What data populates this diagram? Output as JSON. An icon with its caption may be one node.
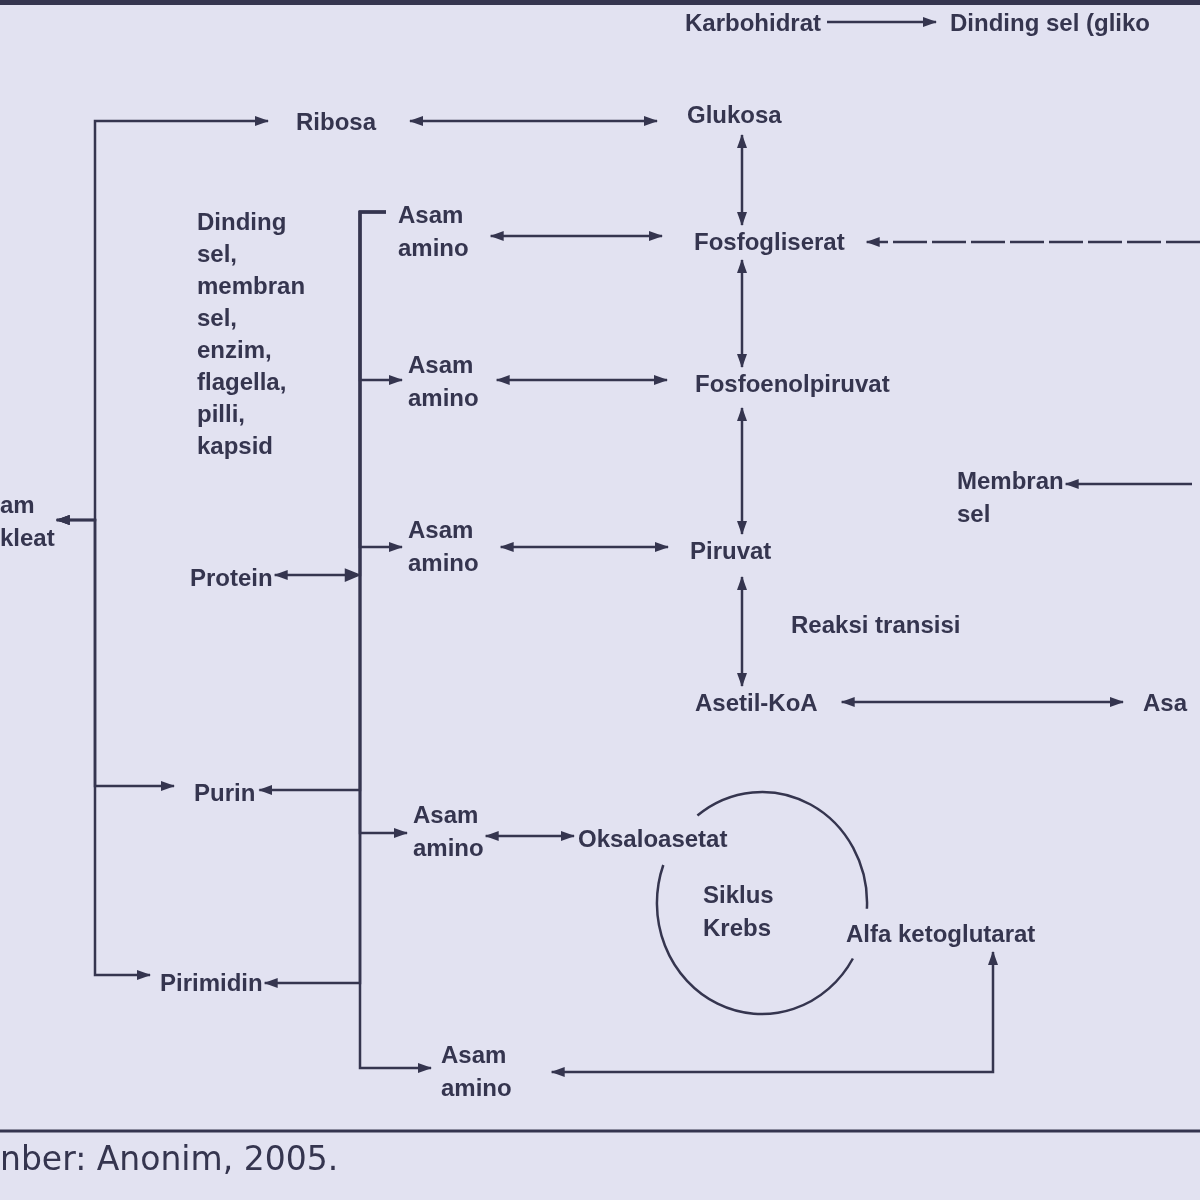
{
  "diagram": {
    "caption": "nber: Anonim, 2005.",
    "nodes": [
      {
        "text": [
          "Karbohidrat"
        ]
      },
      {
        "text": [
          "Dinding sel (gliko"
        ]
      },
      {
        "text": [
          "Ribosa"
        ]
      },
      {
        "text": [
          "Glukosa"
        ]
      },
      {
        "text": [
          "Asam amino"
        ]
      },
      {
        "text": [
          "Fosfogliserat"
        ]
      },
      {
        "text": [
          "Asam amino"
        ]
      },
      {
        "text": [
          "Fosfoenolpiruvat"
        ]
      },
      {
        "text": [
          "am kleat"
        ]
      },
      {
        "text": [
          "Membran sel"
        ]
      },
      {
        "text": [
          "Asam amino"
        ]
      },
      {
        "text": [
          "Piruvat"
        ]
      },
      {
        "text": [
          "Protein"
        ]
      },
      {
        "text": [
          "Asetil-KoA"
        ]
      },
      {
        "text": [
          "Asa"
        ]
      },
      {
        "text": [
          "Purin"
        ]
      },
      {
        "text": [
          "Asam amino"
        ]
      },
      {
        "text": [
          "Oksaloasetat"
        ]
      },
      {
        "text": [
          "Siklus Krebs"
        ]
      },
      {
        "text": [
          "Alfa ketoglutarat"
        ]
      },
      {
        "text": [
          "Pirimidin"
        ]
      },
      {
        "text": [
          "Asam amino"
        ]
      }
    ],
    "edges": [
      {
        "from": 0,
        "to": 1,
        "arrow": "to"
      },
      {
        "from": 2,
        "to": 3,
        "arrow": "both"
      },
      {
        "from": 3,
        "to": 5,
        "arrow": "both"
      },
      {
        "from": 4,
        "to": 5,
        "arrow": "both"
      },
      {
        "from": 5,
        "to": 7,
        "arrow": "both"
      },
      {
        "from": 6,
        "to": 7,
        "arrow": "both"
      },
      {
        "from": 7,
        "to": 11,
        "arrow": "both"
      },
      {
        "from": 10,
        "to": 11,
        "arrow": "both"
      },
      {
        "from": 11,
        "to": 13,
        "arrow": "both",
        "label": "Reaksi transisi"
      },
      {
        "from": 13,
        "to": 14,
        "arrow": "both"
      },
      {
        "from": 16,
        "to": 17,
        "arrow": "both"
      },
      {
        "from": 19,
        "to": 21,
        "arrow": "both"
      },
      {
        "from": null,
        "to": 5,
        "arrow": "to",
        "style": "dashed"
      },
      {
        "from": null,
        "to": 9,
        "arrow": "to"
      },
      {
        "from": 8,
        "to": 2,
        "arrow": "both"
      },
      {
        "from": 8,
        "to": 15,
        "arrow": "both"
      },
      {
        "from": 8,
        "to": 20,
        "arrow": "both"
      },
      {
        "from": 4,
        "to": 6,
        "arrow": "to"
      },
      {
        "from": 4,
        "to": 10,
        "arrow": "to"
      },
      {
        "from": 4,
        "to": 16,
        "arrow": "to"
      },
      {
        "from": 4,
        "to": 21,
        "arrow": "to"
      },
      {
        "from": 4,
        "to": 15,
        "arrow": "to"
      },
      {
        "from": 4,
        "to": 20,
        "arrow": "to"
      },
      {
        "from": 4,
        "to": 12,
        "arrow": "to"
      }
    ],
    "labels": [
      "Dinding sel, membran sel, enzim, flagella, pilli, kapsid"
    ]
  }
}
